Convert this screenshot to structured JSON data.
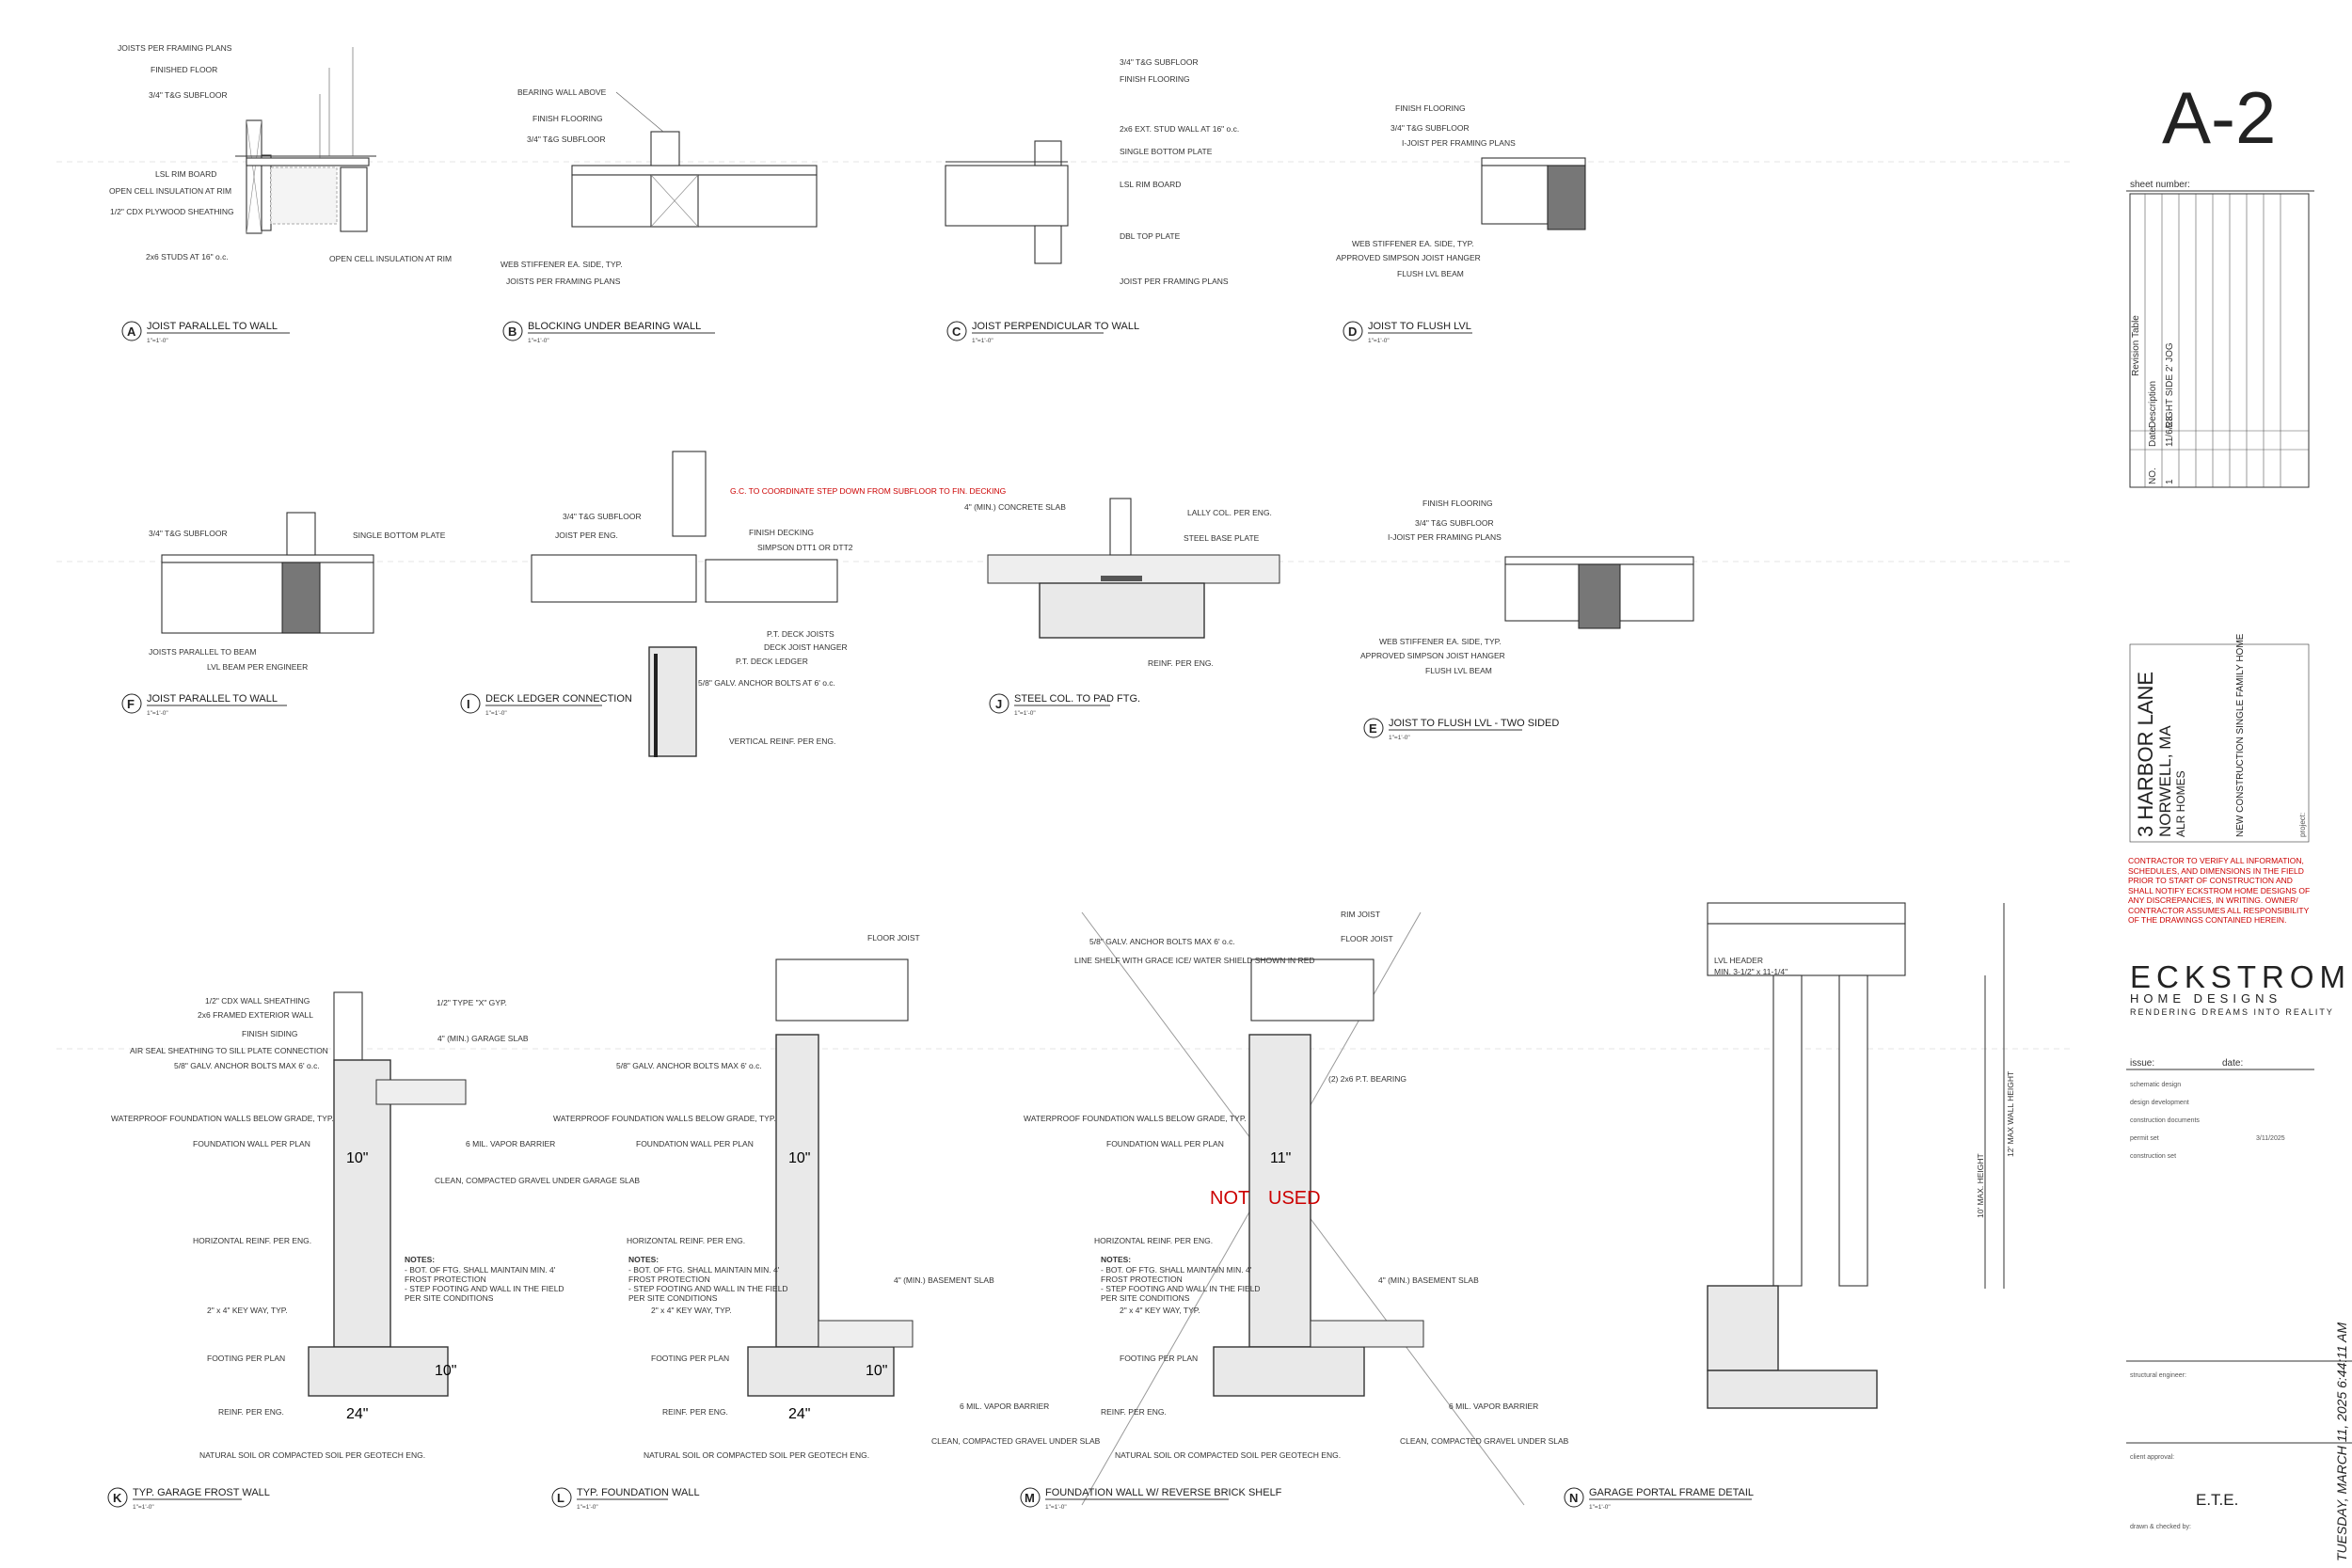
{
  "sheet": {
    "number": "A-2",
    "number_label": "sheet number:",
    "revision_table": {
      "title": "Revision Table",
      "headers": [
        "NO.",
        "Date",
        "Description"
      ],
      "rows": [
        [
          "1",
          "11/6/23",
          "RIGHT SIDE 2' JOG"
        ]
      ]
    },
    "project": {
      "address": "3 HARBOR LANE",
      "city": "NORWELL, MA",
      "client": "ALR HOMES",
      "type": "NEW CONSTRUCTION SINGLE FAMILY HOME",
      "label": "project:"
    },
    "disclaimer": "CONTRACTOR TO VERIFY ALL INFORMATION, SCHEDULES, AND DIMENSIONS IN THE FIELD PRIOR TO START OF CONSTRUCTION AND SHALL NOTIFY ECKSTROM HOME DESIGNS OF ANY DISCREPANCIES, IN WRITING. OWNER/ CONTRACTOR ASSUMES ALL RESPONSIBILITY OF THE DRAWINGS CONTAINED HEREIN.",
    "firm": {
      "name": "ECKSTROM",
      "sub": "HOME DESIGNS",
      "tagline": "RENDERING DREAMS INTO REALITY"
    },
    "issue": {
      "issue_label": "issue:",
      "date_label": "date:",
      "items": [
        {
          "label": "schematic design",
          "date": ""
        },
        {
          "label": "design development",
          "date": ""
        },
        {
          "label": "construction documents",
          "date": ""
        },
        {
          "label": "permit set",
          "date": "3/11/2025"
        },
        {
          "label": "construction set",
          "date": ""
        }
      ]
    },
    "structural_engineer": "structural engineer:",
    "client_approval": "client approval:",
    "drawn_by": "E.T.E.",
    "drawn_label": "drawn & checked by:",
    "timestamp": "TUESDAY, MARCH 11, 2025 6:44:11 AM"
  },
  "scale": "1\"=1'-0\"",
  "details": [
    {
      "letter": "A",
      "title": "JOIST PARALLEL TO WALL",
      "labels": [
        "JOISTS PER FRAMING PLANS",
        "FINISHED FLOOR",
        "3/4\" T&G SUBFLOOR",
        "LSL RIM BOARD",
        "OPEN CELL INSULATION AT RIM",
        "1/2\" CDX PLYWOOD SHEATHING",
        "2x6 STUDS AT 16\" o.c.",
        "OPEN CELL INSULATION AT RIM"
      ]
    },
    {
      "letter": "B",
      "title": "BLOCKING UNDER BEARING WALL",
      "labels": [
        "BEARING WALL ABOVE",
        "FINISH FLOORING",
        "3/4\" T&G SUBFLOOR",
        "WEB STIFFENER EA. SIDE, TYP.",
        "JOISTS PER FRAMING PLANS"
      ]
    },
    {
      "letter": "C",
      "title": "JOIST PERPENDICULAR TO WALL",
      "labels": [
        "3/4\" T&G SUBFLOOR",
        "FINISH FLOORING",
        "2x6 EXT. STUD WALL AT 16\" o.c.",
        "SINGLE BOTTOM PLATE",
        "LSL RIM BOARD",
        "DBL TOP PLATE",
        "JOIST PER FRAMING PLANS"
      ]
    },
    {
      "letter": "D",
      "title": "JOIST TO FLUSH LVL",
      "labels": [
        "FINISH FLOORING",
        "3/4\" T&G SUBFLOOR",
        "I-JOIST PER FRAMING PLANS",
        "WEB STIFFENER EA. SIDE, TYP.",
        "APPROVED SIMPSON JOIST HANGER",
        "FLUSH LVL BEAM"
      ]
    },
    {
      "letter": "F",
      "title": "JOIST PARALLEL TO WALL",
      "labels": [
        "3/4\" T&G SUBFLOOR",
        "SINGLE BOTTOM PLATE",
        "JOISTS PARALLEL TO BEAM",
        "LVL BEAM PER ENGINEER"
      ]
    },
    {
      "letter": "I",
      "title": "DECK LEDGER CONNECTION",
      "labels": [
        "3/4\" T&G SUBFLOOR",
        "JOIST PER ENG.",
        "FINISH DECKING",
        "SIMPSON DTT1 OR DTT2",
        "P.T. DECK JOISTS",
        "DECK JOIST HANGER",
        "P.T. DECK LEDGER",
        "5/8\" GALV. ANCHOR BOLTS AT 6' o.c.",
        "VERTICAL REINF. PER ENG."
      ],
      "note": "G.C. TO COORDINATE STEP DOWN FROM SUBFLOOR TO FIN. DECKING"
    },
    {
      "letter": "J",
      "title": "STEEL COL. TO PAD FTG.",
      "labels": [
        "4\" (MIN.) CONCRETE SLAB",
        "LALLY COL. PER ENG.",
        "STEEL BASE PLATE",
        "REINF. PER ENG."
      ]
    },
    {
      "letter": "E",
      "title": "JOIST TO FLUSH LVL - TWO SIDED",
      "labels": [
        "FINISH FLOORING",
        "3/4\" T&G SUBFLOOR",
        "I-JOIST PER FRAMING PLANS",
        "WEB STIFFENER EA. SIDE, TYP.",
        "APPROVED SIMPSON JOIST HANGER",
        "FLUSH LVL BEAM"
      ]
    },
    {
      "letter": "K",
      "title": "TYP. GARAGE FROST WALL",
      "labels": [
        "1/2\" CDX WALL SHEATHING",
        "2x6 FRAMED EXTERIOR WALL",
        "FINISH SIDING",
        "AIR SEAL SHEATHING TO SILL PLATE CONNECTION",
        "5/8\" GALV. ANCHOR BOLTS MAX 6' o.c.",
        "WATERPROOF FOUNDATION WALLS BELOW GRADE, TYP.",
        "FOUNDATION WALL PER PLAN",
        "HORIZONTAL REINF. PER ENG.",
        "2\" x 4\" KEY WAY, TYP.",
        "FOOTING PER PLAN",
        "REINF. PER ENG.",
        "NATURAL SOIL OR COMPACTED SOIL PER GEOTECH ENG.",
        "1/2\" TYPE \"X\" GYP.",
        "4\" (MIN.) GARAGE SLAB",
        "6 MIL. VAPOR BARRIER",
        "CLEAN, COMPACTED GRAVEL UNDER GARAGE SLAB"
      ],
      "dims": [
        "10\"",
        "24\"",
        "10\""
      ]
    },
    {
      "letter": "L",
      "title": "TYP. FOUNDATION WALL",
      "labels": [
        "FLOOR JOIST",
        "5/8\" GALV. ANCHOR BOLTS MAX 6' o.c.",
        "WATERPROOF FOUNDATION WALLS BELOW GRADE, TYP.",
        "FOUNDATION WALL PER PLAN",
        "HORIZONTAL REINF. PER ENG.",
        "2\" x 4\" KEY WAY, TYP.",
        "FOOTING PER PLAN",
        "REINF. PER ENG.",
        "NATURAL SOIL OR COMPACTED SOIL PER GEOTECH ENG.",
        "4\" (MIN.) BASEMENT SLAB",
        "6 MIL. VAPOR BARRIER",
        "CLEAN, COMPACTED GRAVEL UNDER SLAB"
      ],
      "dims": [
        "10\"",
        "24\"",
        "10\""
      ]
    },
    {
      "letter": "M",
      "title": "FOUNDATION WALL W/ REVERSE BRICK SHELF",
      "labels": [
        "RIM JOIST",
        "5/8\" GALV. ANCHOR BOLTS MAX 6' o.c.",
        "FLOOR JOIST",
        "LINE SHELF WITH GRACE ICE/ WATER SHIELD SHOWN IN RED",
        "(2) 2x6 P.T. BEARING",
        "WATERPROOF FOUNDATION WALLS BELOW GRADE, TYP.",
        "FOUNDATION WALL PER PLAN",
        "HORIZONTAL REINF. PER ENG.",
        "2\" x 4\" KEY WAY, TYP.",
        "FOOTING PER PLAN",
        "REINF. PER ENG.",
        "NATURAL SOIL OR COMPACTED SOIL PER GEOTECH ENG.",
        "4\" (MIN.) BASEMENT SLAB",
        "6 MIL. VAPOR BARRIER",
        "CLEAN, COMPACTED GRAVEL UNDER SLAB"
      ],
      "dims": [
        "11\""
      ],
      "stamp_left": "NOT",
      "stamp_right": "USED"
    },
    {
      "letter": "N",
      "title": "GARAGE PORTAL FRAME DETAIL",
      "labels": [
        "LVL HEADER",
        "MIN. 3-1/2\" x 11-1/4\"",
        "12' MAX WALL HEIGHT",
        "10' MAX. HEIGHT"
      ]
    }
  ],
  "notes": {
    "heading": "NOTES:",
    "lines": [
      "- BOT. OF FTG. SHALL MAINTAIN MIN. 4'",
      "FROST PROTECTION",
      "- STEP FOOTING AND WALL IN THE FIELD",
      "PER SITE CONDITIONS"
    ]
  }
}
